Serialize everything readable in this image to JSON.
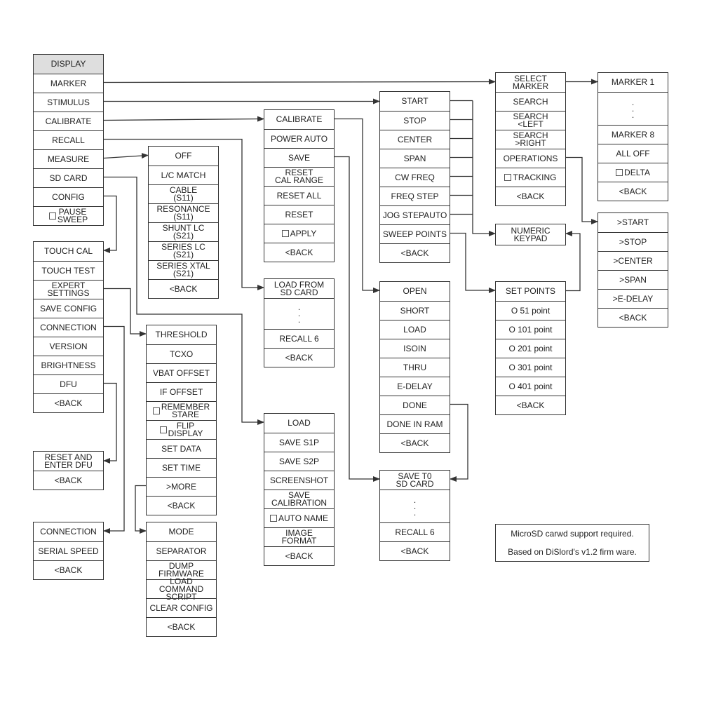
{
  "menus": {
    "root": [
      "DISPLAY",
      "MARKER",
      "STIMULUS",
      "CALIBRATE",
      "RECALL",
      "MEASURE",
      "SD CARD",
      "CONFIG",
      "PAUSE\nSWEEP"
    ],
    "config": [
      "TOUCH CAL",
      "TOUCH TEST",
      "EXPERT\nSETTINGS",
      "SAVE CONFIG",
      "CONNECTION",
      "VERSION",
      "BRIGHTNESS",
      "DFU",
      "<BACK"
    ],
    "dfu": [
      "RESET AND\nENTER DFU",
      "<BACK"
    ],
    "connection": [
      "CONNECTION",
      "SERIAL SPEED",
      "<BACK"
    ],
    "measure": [
      "OFF",
      "L/C MATCH",
      "CABLE\n(S11)",
      "RESONANCE\n(S11)",
      "SHUNT LC\n(S21)",
      "SERIES LC\n(S21)",
      "SERIES XTAL\n(S21)",
      "<BACK"
    ],
    "expert": [
      "THRESHOLD",
      "TCXO",
      "VBAT OFFSET",
      "IF OFFSET",
      "REMEMBER\nSTARE",
      "FLIP\nDISPLAY",
      "SET DATA",
      "SET TIME",
      ">MORE",
      "<BACK"
    ],
    "more": [
      "MODE",
      "SEPARATOR",
      "DUMP\nFIRMWARE",
      "LOAD\nCOMMAND\nSCRIPT",
      "CLEAR CONFIG",
      "<BACK"
    ],
    "calibrate": [
      "CALIBRATE",
      "POWER AUTO",
      "SAVE",
      "RESET\nCAL RANGE",
      "RESET ALL",
      "RESET",
      "APPLY",
      "<BACK"
    ],
    "recall": [
      "LOAD FROM\nSD CARD",
      ".\n.\n.",
      "RECALL 6",
      "<BACK"
    ],
    "sdcard": [
      "LOAD",
      "SAVE S1P",
      "SAVE S2P",
      "SCREENSHOT",
      "SAVE\nCALIBRATION",
      "AUTO NAME",
      "IMAGE\nFORMAT",
      "<BACK"
    ],
    "stimulus": [
      "START",
      "STOP",
      "CENTER",
      "SPAN",
      "CW FREQ",
      "FREQ STEP",
      "JOG STEPAUTO",
      "SWEEP POINTS",
      "<BACK"
    ],
    "cal": [
      "OPEN",
      "SHORT",
      "LOAD",
      "ISOIN",
      "THRU",
      "E-DELAY",
      "DONE",
      "DONE IN RAM",
      "<BACK"
    ],
    "saveto": [
      "SAVE T0\nSD CARD",
      ".\n.\n.",
      "RECALL 6",
      "<BACK"
    ],
    "marker": [
      "SELECT\nMARKER",
      "SEARCH",
      "SEARCH\n<LEFT",
      "SEARCH\n>RIGHT",
      "OPERATIONS",
      "TRACKING",
      "<BACK"
    ],
    "keypad": [
      "NUMERIC\nKEYPAD"
    ],
    "points": [
      "SET POINTS",
      "O 51 point",
      "O 101 point",
      "O 201 point",
      "O 301 point",
      "O 401 point",
      "<BACK"
    ],
    "markers": [
      "MARKER 1",
      ".\n.\n.",
      "MARKER 8",
      "ALL OFF",
      "DELTA",
      "<BACK"
    ],
    "ops": [
      ">START",
      ">STOP",
      ">CENTER",
      ">SPAN",
      ">E-DELAY",
      "<BACK"
    ]
  },
  "notes": [
    "MicroSD carwd support required.",
    "Based on DiSlord's v1.2 firm ware."
  ]
}
